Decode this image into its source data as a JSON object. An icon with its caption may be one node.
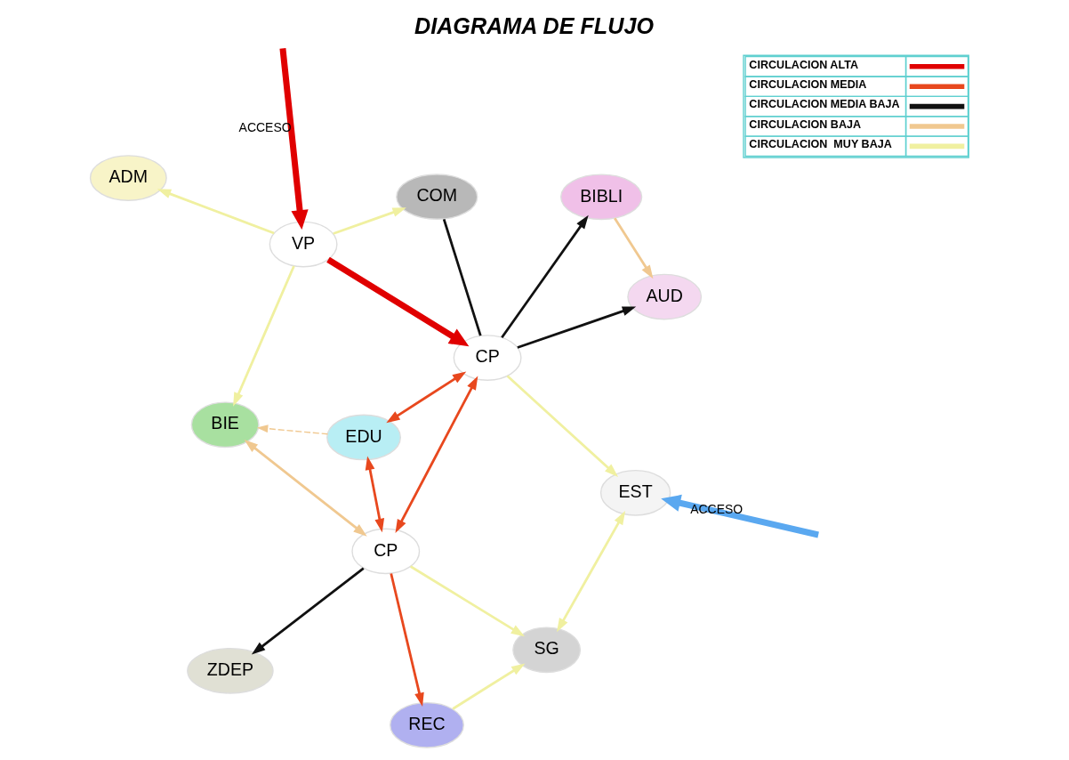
{
  "diagram": {
    "title": "DIAGRAMA DE FLUJO",
    "nodes": [
      {
        "text": [
          "ADM"
        ]
      },
      {
        "text": [
          "VP"
        ]
      },
      {
        "text": [
          "COM"
        ]
      },
      {
        "text": [
          "BIBLI"
        ]
      },
      {
        "text": [
          "EDU"
        ]
      },
      {
        "text": [
          "BIE"
        ]
      },
      {
        "text": [
          "CP"
        ]
      },
      {
        "text": [
          "AUD"
        ]
      },
      {
        "text": [
          "CP"
        ]
      },
      {
        "text": [
          "EST"
        ]
      },
      {
        "text": [
          "SG"
        ]
      },
      {
        "text": [
          "ZDEP"
        ]
      },
      {
        "text": [
          "REC"
        ]
      }
    ],
    "edges": [
      {
        "from": null,
        "to": 1,
        "arrow": "to",
        "label": "ACCESO",
        "style": "thick",
        "color": "#e00000"
      },
      {
        "from": 1,
        "to": 0,
        "arrow": "to"
      },
      {
        "from": 1,
        "to": 2,
        "arrow": "to"
      },
      {
        "from": 1,
        "to": 6,
        "arrow": "to",
        "style": "thick",
        "color": "#e00000"
      },
      {
        "from": 2,
        "to": 6,
        "arrow": "none",
        "color": "#111111"
      },
      {
        "from": 6,
        "to": 3,
        "arrow": "to",
        "color": "#111111"
      },
      {
        "from": 3,
        "to": 7,
        "arrow": "to",
        "color": "#f0c890"
      },
      {
        "from": 6,
        "to": 7,
        "arrow": "to",
        "color": "#111111"
      },
      {
        "from": 1,
        "to": 5,
        "arrow": "to"
      },
      {
        "from": 4,
        "to": 5,
        "arrow": "to",
        "style": "dashed",
        "color": "#f0c890"
      },
      {
        "from": 4,
        "to": 6,
        "arrow": "both",
        "color": "#e8481e"
      },
      {
        "from": 5,
        "to": 8,
        "arrow": "both",
        "color": "#f0c890"
      },
      {
        "from": 8,
        "to": 4,
        "arrow": "both",
        "color": "#e8481e"
      },
      {
        "from": 8,
        "to": 6,
        "arrow": "both",
        "color": "#e8481e"
      },
      {
        "from": 6,
        "to": 9,
        "arrow": "to"
      },
      {
        "from": 8,
        "to": 10,
        "arrow": "to"
      },
      {
        "from": 8,
        "to": 12,
        "arrow": "to",
        "color": "#e8481e"
      },
      {
        "from": 12,
        "to": 10,
        "arrow": "to"
      },
      {
        "from": 10,
        "to": 9,
        "arrow": "both"
      },
      {
        "from": 8,
        "to": 11,
        "arrow": "to",
        "color": "#111111"
      },
      {
        "from": null,
        "to": 9,
        "arrow": "to",
        "label": "ACCESO",
        "style": "thick",
        "color": "#5aa8f0"
      }
    ],
    "legend": [
      {
        "text": "CIRCULACION ALTA"
      },
      {
        "text": "CIRCULACION MEDIA"
      },
      {
        "text": "CIRCULACION MEDIA BAJA"
      },
      {
        "text": "CIRCULACION BAJA"
      },
      {
        "text": "CIRCULACION  MUY BAJA"
      }
    ]
  }
}
